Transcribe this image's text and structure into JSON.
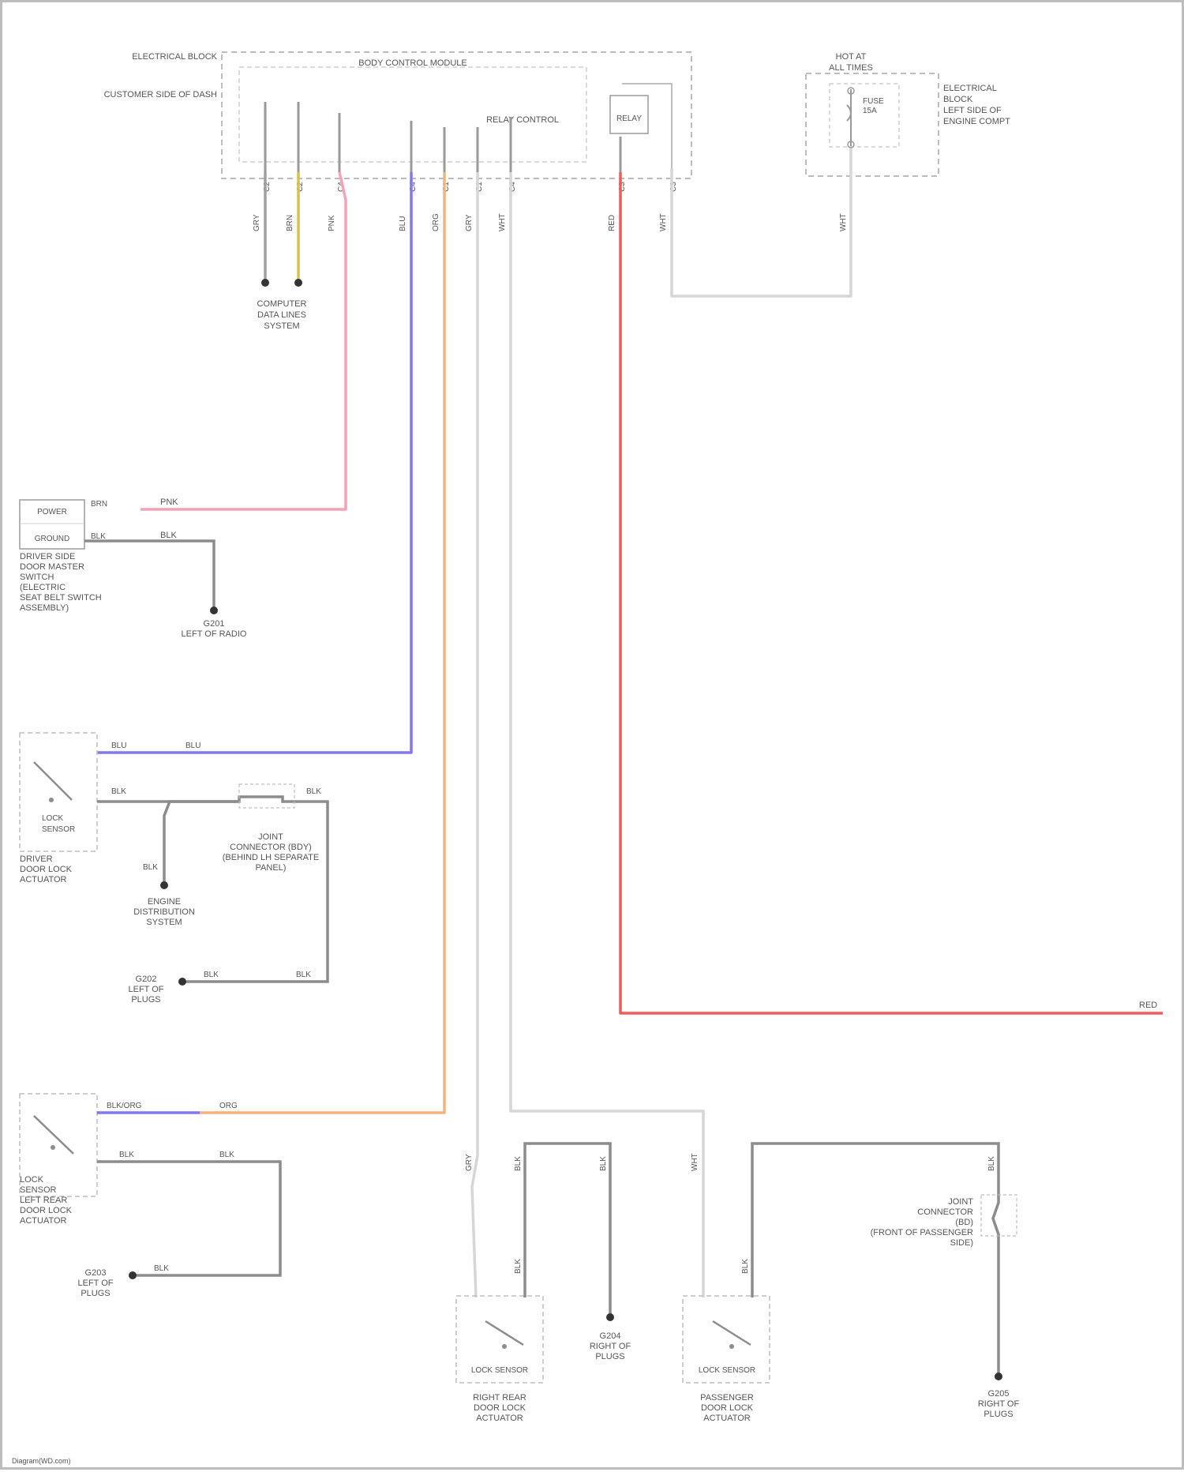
{
  "diagram": {
    "colors": {
      "pink": "#f4a3b5",
      "blue": "#7f78f2",
      "orange": "#f7b27a",
      "red": "#f25b5b",
      "gray": "#a0a0a0",
      "light": "#d6d6d6",
      "yellow": "#d8c34a"
    },
    "junction_block": {
      "location_top": "ELECTRICAL BLOCK",
      "location_bottom": "CUSTOMER SIDE OF DASH",
      "module_title": "BODY CONTROL MODULE",
      "control_label": "RELAY CONTROL",
      "relay_label": "RELAY"
    },
    "fuse_box": {
      "title_1": "HOT AT",
      "title_2": "ALL TIMES",
      "fuse_label": "FUSE",
      "fuse_value": "15A",
      "side_1": "ELECTRICAL",
      "side_2": "BLOCK",
      "side_3": "LEFT SIDE OF",
      "side_4": "ENGINE COMPT"
    },
    "connector_labels": [
      "C2",
      "C2",
      "C4",
      "C4",
      "C1",
      "C1",
      "C4",
      "C3",
      "C3"
    ],
    "wire_labels_top": [
      "GRY",
      "BRN",
      "PNK",
      "BLU",
      "ORG",
      "GRY",
      "WHT",
      "RED",
      "WHT",
      "WHT"
    ],
    "ground_top": {
      "line1": "COMPUTER",
      "line2": "DATA LINES",
      "line3": "SYSTEM"
    },
    "driver_switch": {
      "top_text": "POWER",
      "bottom_text": "GROUND",
      "pin_a": "BRN",
      "pin_b": "BLK",
      "wire_a": "PNK",
      "wire_b": "BLK",
      "caption": [
        "DRIVER SIDE",
        "DOOR MASTER",
        "SWITCH",
        "(ELECTRIC",
        "SEAT BELT SWITCH",
        "ASSEMBLY)"
      ],
      "ground_label": "G201",
      "ground_sub": "LEFT OF RADIO"
    },
    "driver_lock": {
      "wire_1": "BLU",
      "wire_1b": "BLU",
      "wire_2": "BLK",
      "wire_2b": "BLK",
      "switch_label_1": "LOCK",
      "switch_label_2": "SENSOR",
      "caption": [
        "DRIVER",
        "DOOR LOCK",
        "ACTUATOR"
      ],
      "splice_label": [
        "JOINT",
        "CONNECTOR (BDY)",
        "(BEHIND LH SEPARATE",
        "PANEL)"
      ],
      "ground_data": [
        "ENGINE",
        "DISTRIBUTION",
        "SYSTEM"
      ],
      "ground_lower_label": [
        "G202",
        "LEFT OF",
        "PLUGS"
      ],
      "wire_ground": "BLK",
      "wire_ground_b": "BLK",
      "wire_ground_c": "BLK"
    },
    "rear_left": {
      "wire_1": "BLK/ORG",
      "wire_1b": "ORG",
      "wire_2": "BLK",
      "wire_2b": "BLK",
      "switch_label": [
        "LOCK",
        "SENSOR",
        "LEFT REAR",
        "DOOR LOCK",
        "ACTUATOR"
      ],
      "ground_label": [
        "G203",
        "LEFT OF",
        "PLUGS"
      ],
      "wire_ground": "BLK"
    },
    "right_rear": {
      "wire_a": "GRY",
      "wire_b": "BLK",
      "wire_c": "BLK",
      "wire_d": "BLK",
      "switch_label": "LOCK SENSOR",
      "caption": [
        "RIGHT REAR",
        "DOOR LOCK",
        "ACTUATOR"
      ],
      "ground_label": [
        "G204",
        "RIGHT OF",
        "PLUGS"
      ]
    },
    "passenger": {
      "wire_a": "WHT",
      "wire_b": "BLK",
      "wire_c": "BLK",
      "switch_label": "LOCK SENSOR",
      "caption": [
        "PASSENGER",
        "DOOR LOCK",
        "ACTUATOR"
      ],
      "splice_label": [
        "JOINT",
        "CONNECTOR",
        "(BD)",
        "(FRONT OF PASSENGER",
        "SIDE)"
      ],
      "ground_label": [
        "G205",
        "RIGHT OF",
        "PLUGS"
      ]
    },
    "red_wire_label": "RED",
    "footer": "Diagram(WD.com)"
  }
}
